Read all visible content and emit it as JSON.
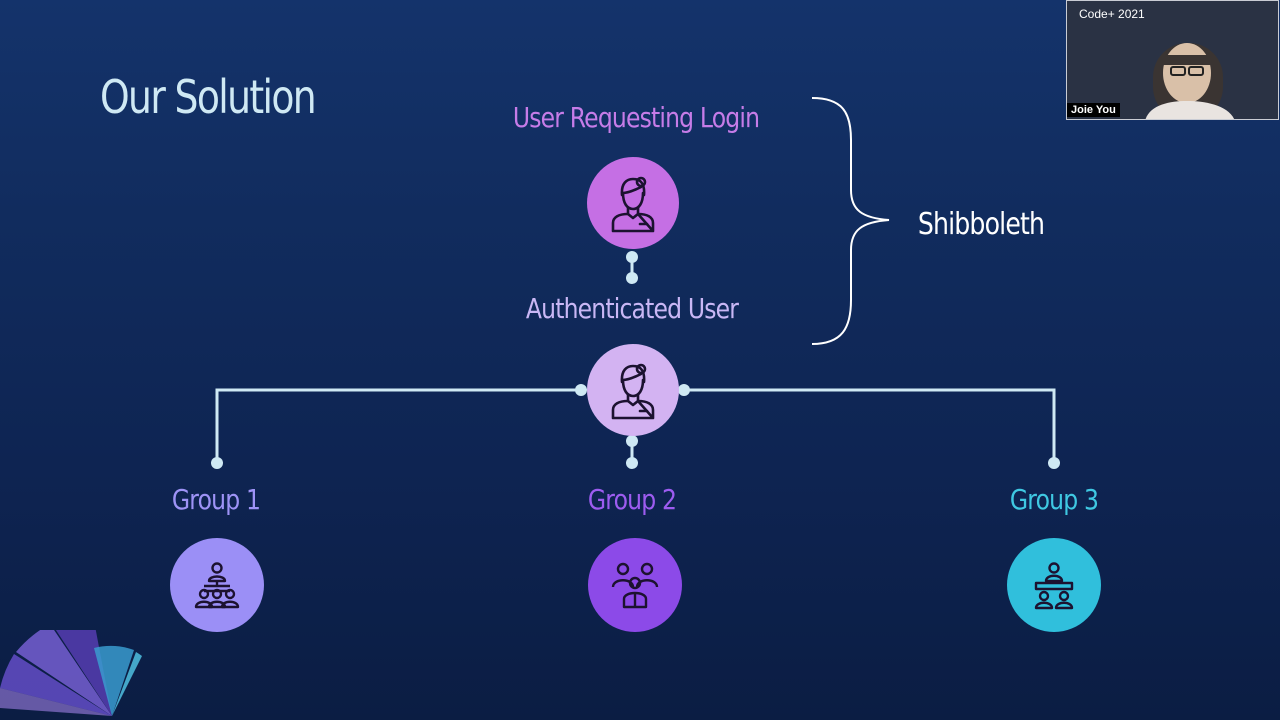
{
  "slide": {
    "title": "Our Solution",
    "nodes": {
      "request_label": "User Requesting Login",
      "auth_label": "Authenticated User",
      "bracket_label": "Shibboleth"
    },
    "groups": [
      {
        "label": "Group 1",
        "color": "#9b8ff6",
        "icon": "hierarchy-icon"
      },
      {
        "label": "Group 2",
        "color": "#8c4ae8",
        "icon": "team-icon"
      },
      {
        "label": "Group 3",
        "color": "#30bfdc",
        "icon": "meeting-icon"
      }
    ],
    "colors": {
      "request": "#c56fe4",
      "auth": "#d3b3f2",
      "connector": "#cfe9f4"
    }
  },
  "video_call": {
    "event_label": "Code+ 2021",
    "speaker_name": "Joie You"
  }
}
